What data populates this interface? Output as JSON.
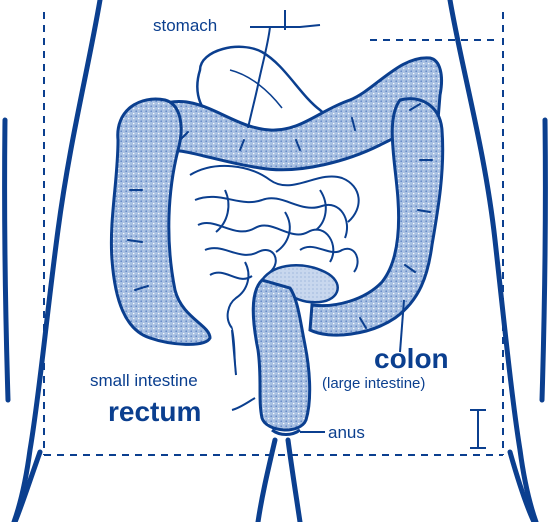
{
  "diagram": {
    "labels": {
      "stomach": "stomach",
      "small_intestine": "small intestine",
      "rectum": "rectum",
      "colon": "colon",
      "large_intestine": "(large intestine)",
      "anus": "anus"
    },
    "colors": {
      "outline": "#0b3f8f",
      "fill": "#a8c0e2",
      "dots": "#5d82c4",
      "background": "#ffffff"
    }
  }
}
